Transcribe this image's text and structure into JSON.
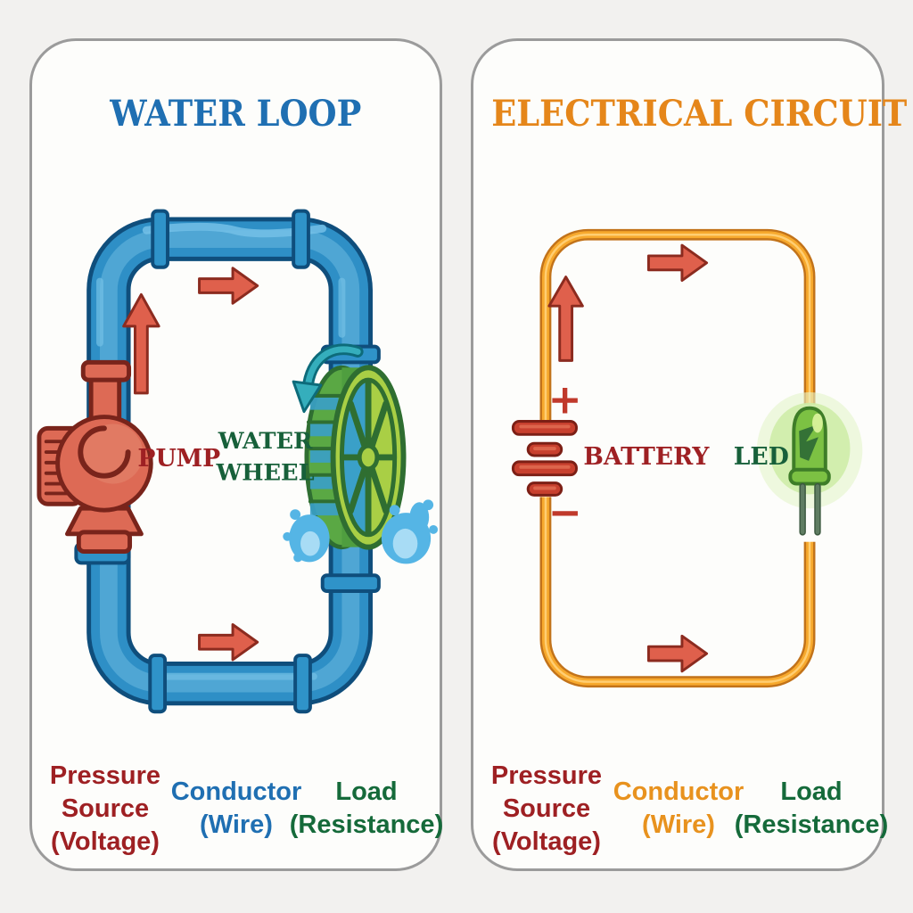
{
  "left_panel": {
    "title": "WATER LOOP",
    "labels": {
      "pump": "PUMP",
      "wheel_line1": "WATER",
      "wheel_line2": "WHEEL"
    },
    "legend": {
      "col1": {
        "line1": "Pressure",
        "line2": "Source",
        "line3": "(Voltage)"
      },
      "col2": {
        "line1": "Conductor",
        "line2": "(Wire)"
      },
      "col3": {
        "line1": "Load",
        "line2": "(Resistance)"
      }
    }
  },
  "right_panel": {
    "title": "ELECTRICAL CIRCUIT",
    "labels": {
      "battery": "BATTERY",
      "led": "LED",
      "plus": "+",
      "minus": "−"
    },
    "legend": {
      "col1": {
        "line1": "Pressure",
        "line2": "Source",
        "line3": "(Voltage)"
      },
      "col2": {
        "line1": "Conductor",
        "line2": "(Wire)"
      },
      "col3": {
        "line1": "Load",
        "line2": "(Resistance)"
      }
    }
  },
  "colors": {
    "page_background": "#f2f1ef",
    "panel_background": "#fdfdfb",
    "panel_border": "#9b9b9b",
    "water_title_blue": "#1f6fb2",
    "electric_title_orange": "#e5861a",
    "pipe_blue": "#2e8fc6",
    "pipe_outline": "#0f4e7c",
    "pump_red": "#dd6a55",
    "pump_outline": "#79241b",
    "wheel_green": "#a9cf45",
    "wheel_outline": "#2f6e31",
    "wire_orange": "#f7a92d",
    "wire_outline": "#c2731a",
    "flow_arrow_red": "#df604c",
    "battery_red": "#c8402e",
    "led_green": "#7cc143",
    "splash_blue": "#55b5e5",
    "rotation_arrow_teal": "#35aebc",
    "label_dark_red": "#9e2023",
    "label_dark_green": "#156a3a"
  }
}
